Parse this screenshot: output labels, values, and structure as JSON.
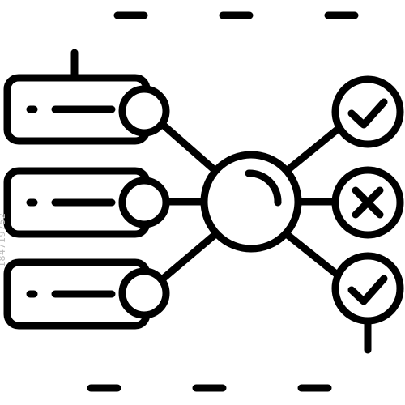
{
  "icon": {
    "name": "data-routing-line-icon",
    "stroke_color": "#000000",
    "background_color": "#ffffff",
    "inputs": [
      {
        "name": "server-1",
        "has_top_antenna": true
      },
      {
        "name": "server-2",
        "has_top_antenna": false
      },
      {
        "name": "server-3",
        "has_top_antenna": false
      }
    ],
    "hub": {
      "name": "central-hub-node"
    },
    "outputs": [
      {
        "name": "output-approved-top",
        "symbol": "check-icon"
      },
      {
        "name": "output-rejected",
        "symbol": "x-icon"
      },
      {
        "name": "output-approved-bottom",
        "symbol": "check-icon"
      }
    ]
  },
  "watermark": {
    "id_text": "184719752",
    "color": "#b9b9b9"
  }
}
